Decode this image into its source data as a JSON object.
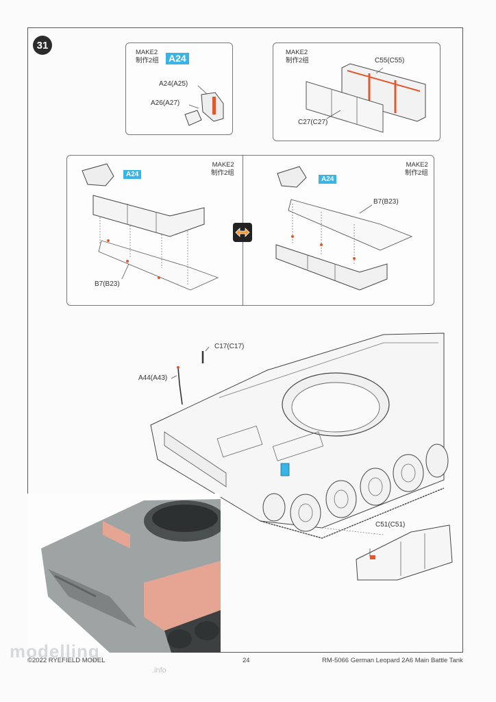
{
  "step_number": "31",
  "top_left_box": {
    "make_line1": "MAKE2",
    "make_line2": "制作2组",
    "tag": "A24",
    "part1": "A24(A25)",
    "part2": "A26(A27)"
  },
  "top_right_box": {
    "make_line1": "MAKE2",
    "make_line2": "制作2组",
    "part1": "C55(C55)",
    "part2": "C27(C27)"
  },
  "middle_left_panel": {
    "tag": "A24",
    "make_line1": "MAKE2",
    "make_line2": "制作2组",
    "part": "B7(B23)"
  },
  "middle_right_panel": {
    "tag": "A24",
    "make_line1": "MAKE2",
    "make_line2": "制作2组",
    "part": "B7(B23)"
  },
  "main_view": {
    "part1": "C17(C17)",
    "part2": "A44(A43)",
    "part3": "C51(C51)"
  },
  "footer": {
    "copyright": "©2022 RYEFIELD MODEL",
    "page": "24",
    "product": "RM-5066 German Leopard 2A6 Main Battle Tank"
  },
  "watermark": {
    "text": "modelling",
    "sub": ".info"
  },
  "colors": {
    "accent": "#39b4e4",
    "highlight": "#e2572e",
    "frame": "#555555"
  }
}
